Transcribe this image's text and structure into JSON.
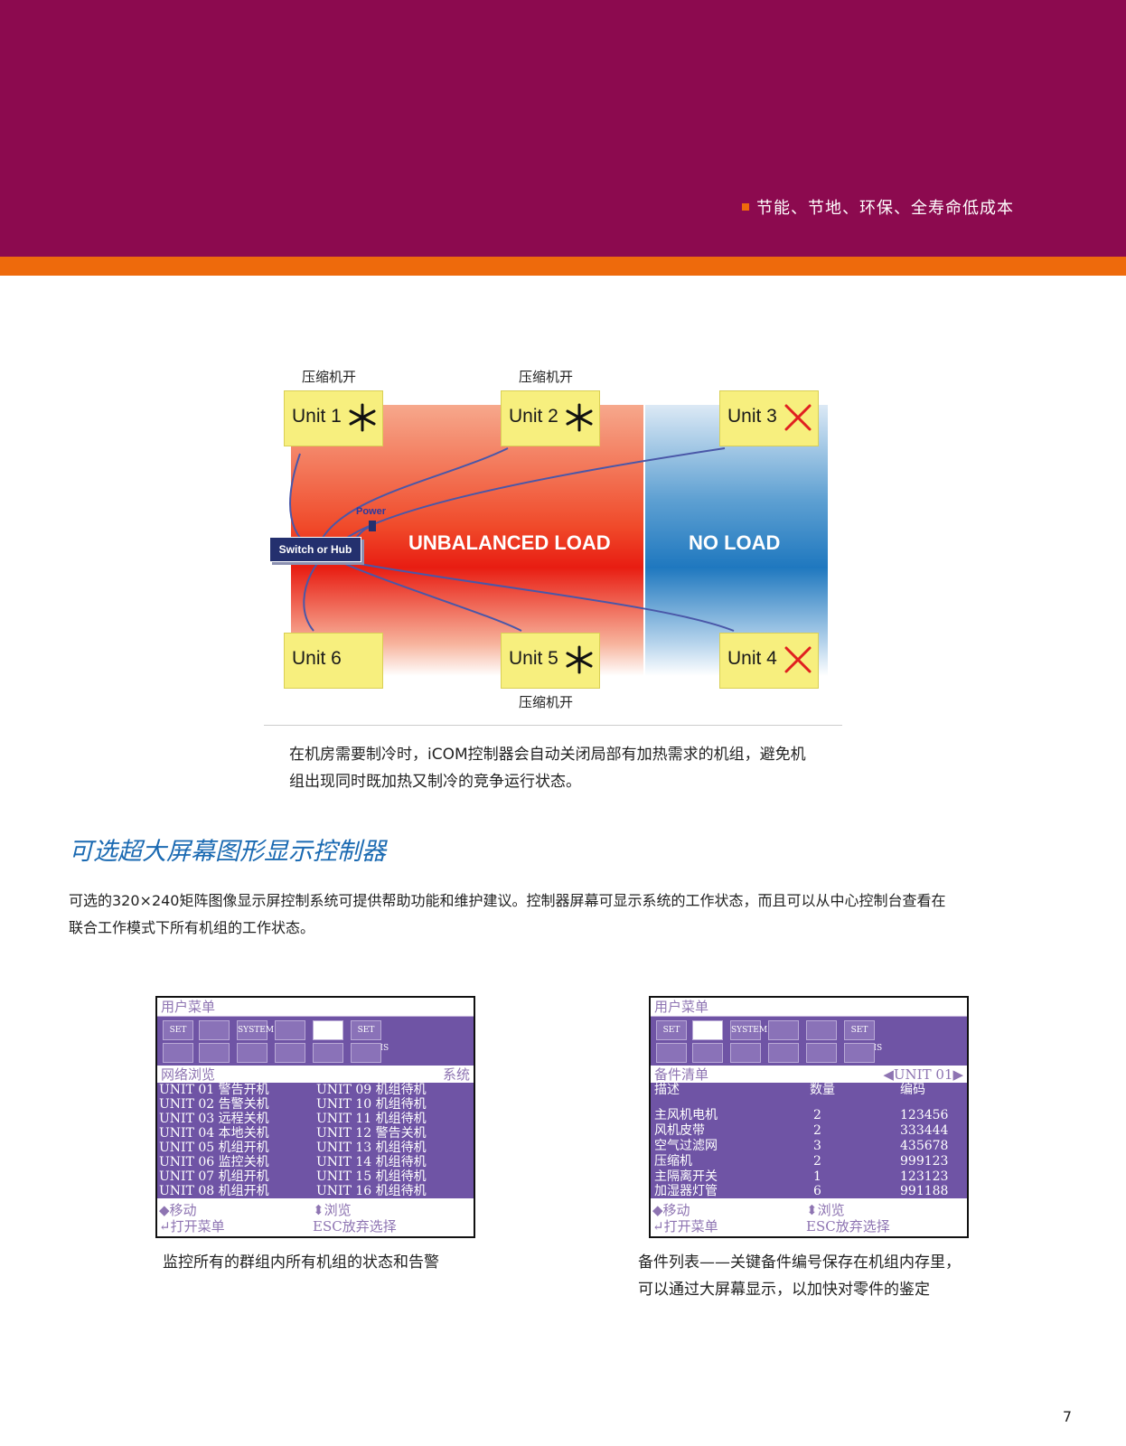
{
  "header": {
    "tagline": "节能、节地、环保、全寿命低成本"
  },
  "diagram": {
    "compressor_label_1": "压缩机开",
    "compressor_label_2": "压缩机开",
    "compressor_label_5": "压缩机开",
    "units": [
      "Unit 1",
      "Unit 2",
      "Unit 3",
      "Unit 4",
      "Unit 5",
      "Unit 6"
    ],
    "unbalanced": "UNBALANCED LOAD",
    "noload": "NO LOAD",
    "switch": "Switch or Hub",
    "power": "Power",
    "caption_line1": "在机房需要制冷时，iCOM控制器会自动关闭局部有加热需求的机组，避免机",
    "caption_line2": "组出现同时既加热又制冷的竞争运行状态。",
    "colors": {
      "red": "#e81d12",
      "blue": "#1f78bf",
      "unit_yellow": "#f7ef7e"
    }
  },
  "section": {
    "title": "可选超大屏幕图形显示控制器",
    "body_line1": "可选的320×240矩阵图像显示屏控制系统可提供帮助功能和维护建议。控制器屏幕可显示系统的工作状态，而且可以从中心控制台查看在",
    "body_line2": "联合工作模式下所有机组的工作状态。"
  },
  "lcd1": {
    "title": "用户菜单",
    "icons_row1": [
      "SET",
      "",
      "SYSTEM",
      "",
      "",
      "SET ALARMS"
    ],
    "icons_row2": [
      "",
      "",
      "",
      "",
      "",
      ""
    ],
    "section_left": "网络浏览",
    "section_right": "系统",
    "left_col": [
      "UNIT 01 警告开机",
      "UNIT 02 告警关机",
      "UNIT 03 远程关机",
      "UNIT 04 本地关机",
      "UNIT 05 机组开机",
      "UNIT 06 监控关机",
      "UNIT 07 机组开机",
      "UNIT 08 机组开机"
    ],
    "right_col": [
      "UNIT 09 机组待机",
      "UNIT 10 机组待机",
      "UNIT 11 机组待机",
      "UNIT 12 警告关机",
      "UNIT 13 机组待机",
      "UNIT 14 机组待机",
      "UNIT 15 机组待机",
      "UNIT 16 机组待机"
    ],
    "foot_move": "◆移动",
    "foot_browse": "⬍浏览",
    "foot_open": "↵打开菜单",
    "foot_esc": "ESC放弃选择",
    "caption": "监控所有的群组内所有机组的状态和告警"
  },
  "lcd2": {
    "title": "用户菜单",
    "icons_row1": [
      "SET",
      "",
      "SYSTEM",
      "",
      "",
      "SET ALARMS"
    ],
    "section_left": "备件清单",
    "section_right": "◀UNIT 01▶",
    "header_desc": "描述",
    "header_qty": "数量",
    "header_code": "编码",
    "rows": [
      {
        "desc": "主风机电机",
        "qty": "2",
        "code": "123456"
      },
      {
        "desc": "风机皮带",
        "qty": "2",
        "code": "333444"
      },
      {
        "desc": "空气过滤网",
        "qty": "3",
        "code": "435678"
      },
      {
        "desc": "压缩机",
        "qty": "2",
        "code": "999123"
      },
      {
        "desc": "主隔离开关",
        "qty": "1",
        "code": "123123"
      },
      {
        "desc": "加湿器灯管",
        "qty": "6",
        "code": "991188"
      }
    ],
    "foot_move": "◆移动",
    "foot_browse": "⬍浏览",
    "foot_open": "↵打开菜单",
    "foot_esc": "ESC放弃选择",
    "caption_line1": "备件列表——关键备件编号保存在机组内存里，",
    "caption_line2": "可以通过大屏幕显示，以加快对零件的鉴定"
  },
  "page": {
    "number": "7"
  }
}
